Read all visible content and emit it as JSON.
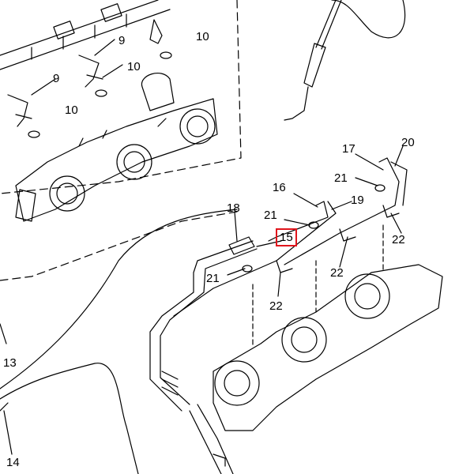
{
  "labels": [
    {
      "id": "l9a",
      "text": "9"
    },
    {
      "id": "l10a",
      "text": "10"
    },
    {
      "id": "l10b",
      "text": "10"
    },
    {
      "id": "l9b",
      "text": "9"
    },
    {
      "id": "l10c",
      "text": "10"
    },
    {
      "id": "l17",
      "text": "17"
    },
    {
      "id": "l20",
      "text": "20"
    },
    {
      "id": "l21a",
      "text": "21"
    },
    {
      "id": "l16",
      "text": "16"
    },
    {
      "id": "l19",
      "text": "19"
    },
    {
      "id": "l18",
      "text": "18"
    },
    {
      "id": "l21b",
      "text": "21"
    },
    {
      "id": "l15",
      "text": "15"
    },
    {
      "id": "l22a",
      "text": "22"
    },
    {
      "id": "l22b",
      "text": "22"
    },
    {
      "id": "l21c",
      "text": "21"
    },
    {
      "id": "l22c",
      "text": "22"
    },
    {
      "id": "l13",
      "text": "13"
    },
    {
      "id": "l14",
      "text": "14"
    }
  ],
  "highlighted_part": "15",
  "highlight_color": "#e0151c",
  "line_color": "#000000"
}
